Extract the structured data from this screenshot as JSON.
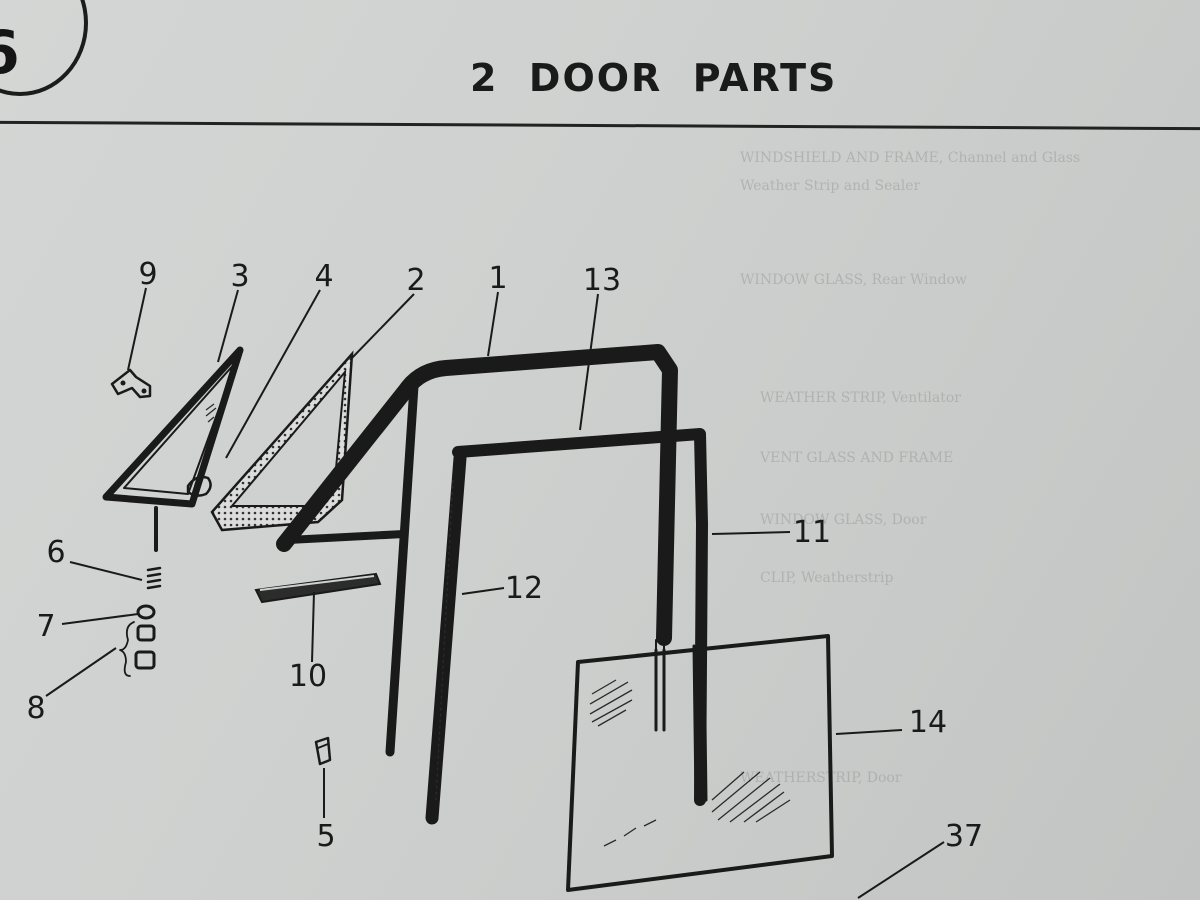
{
  "header": {
    "page_marker": "6",
    "title": "2  DOOR  PARTS"
  },
  "background_text_lines": [
    "WINDSHIELD AND FRAME, Channel and Glass",
    "Weather Strip and Sealer",
    "WINDOW GLASS, Rear Window",
    "WEATHER STRIP, Ventilator",
    "VENT GLASS AND FRAME",
    "WINDOW GLASS, Door",
    "CLIP, Weatherstrip",
    "WEATHERSTRIP, Door"
  ],
  "callouts": {
    "c1": "1",
    "c2": "2",
    "c3": "3",
    "c4": "4",
    "c5": "5",
    "c6": "6",
    "c7": "7",
    "c8": "8",
    "c9": "9",
    "c10": "10",
    "c11": "11",
    "c12": "12",
    "c13": "13",
    "c14": "14",
    "c37": "37"
  }
}
